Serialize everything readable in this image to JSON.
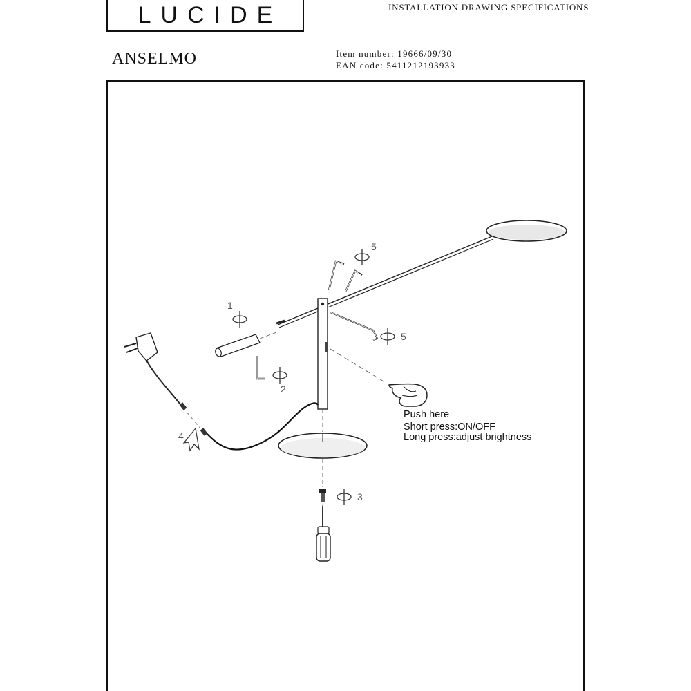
{
  "header": {
    "logo": "LUCIDE",
    "document_title": "INSTALLATION DRAWING SPECIFICATIONS",
    "product_name": "ANSELMO",
    "item_number": "Item number: 19666/09/30",
    "ean_code": "EAN code: 5411212193933"
  },
  "drawing": {
    "steps": {
      "step_1": "1",
      "step_2": "2",
      "step_3": "3",
      "step_4": "4",
      "step_5_top": "5",
      "step_5_right": "5"
    },
    "instructions": {
      "push_here": "Push here",
      "short_press": "Short press:ON/OFF",
      "long_press": "Long press:adjust brightness"
    },
    "icons": {
      "rotate": "rotate-arrow-icon",
      "hex_key": "hex-key-icon",
      "screwdriver": "screwdriver-icon",
      "hand": "pointing-hand-icon",
      "adapter": "power-adapter-icon"
    }
  }
}
